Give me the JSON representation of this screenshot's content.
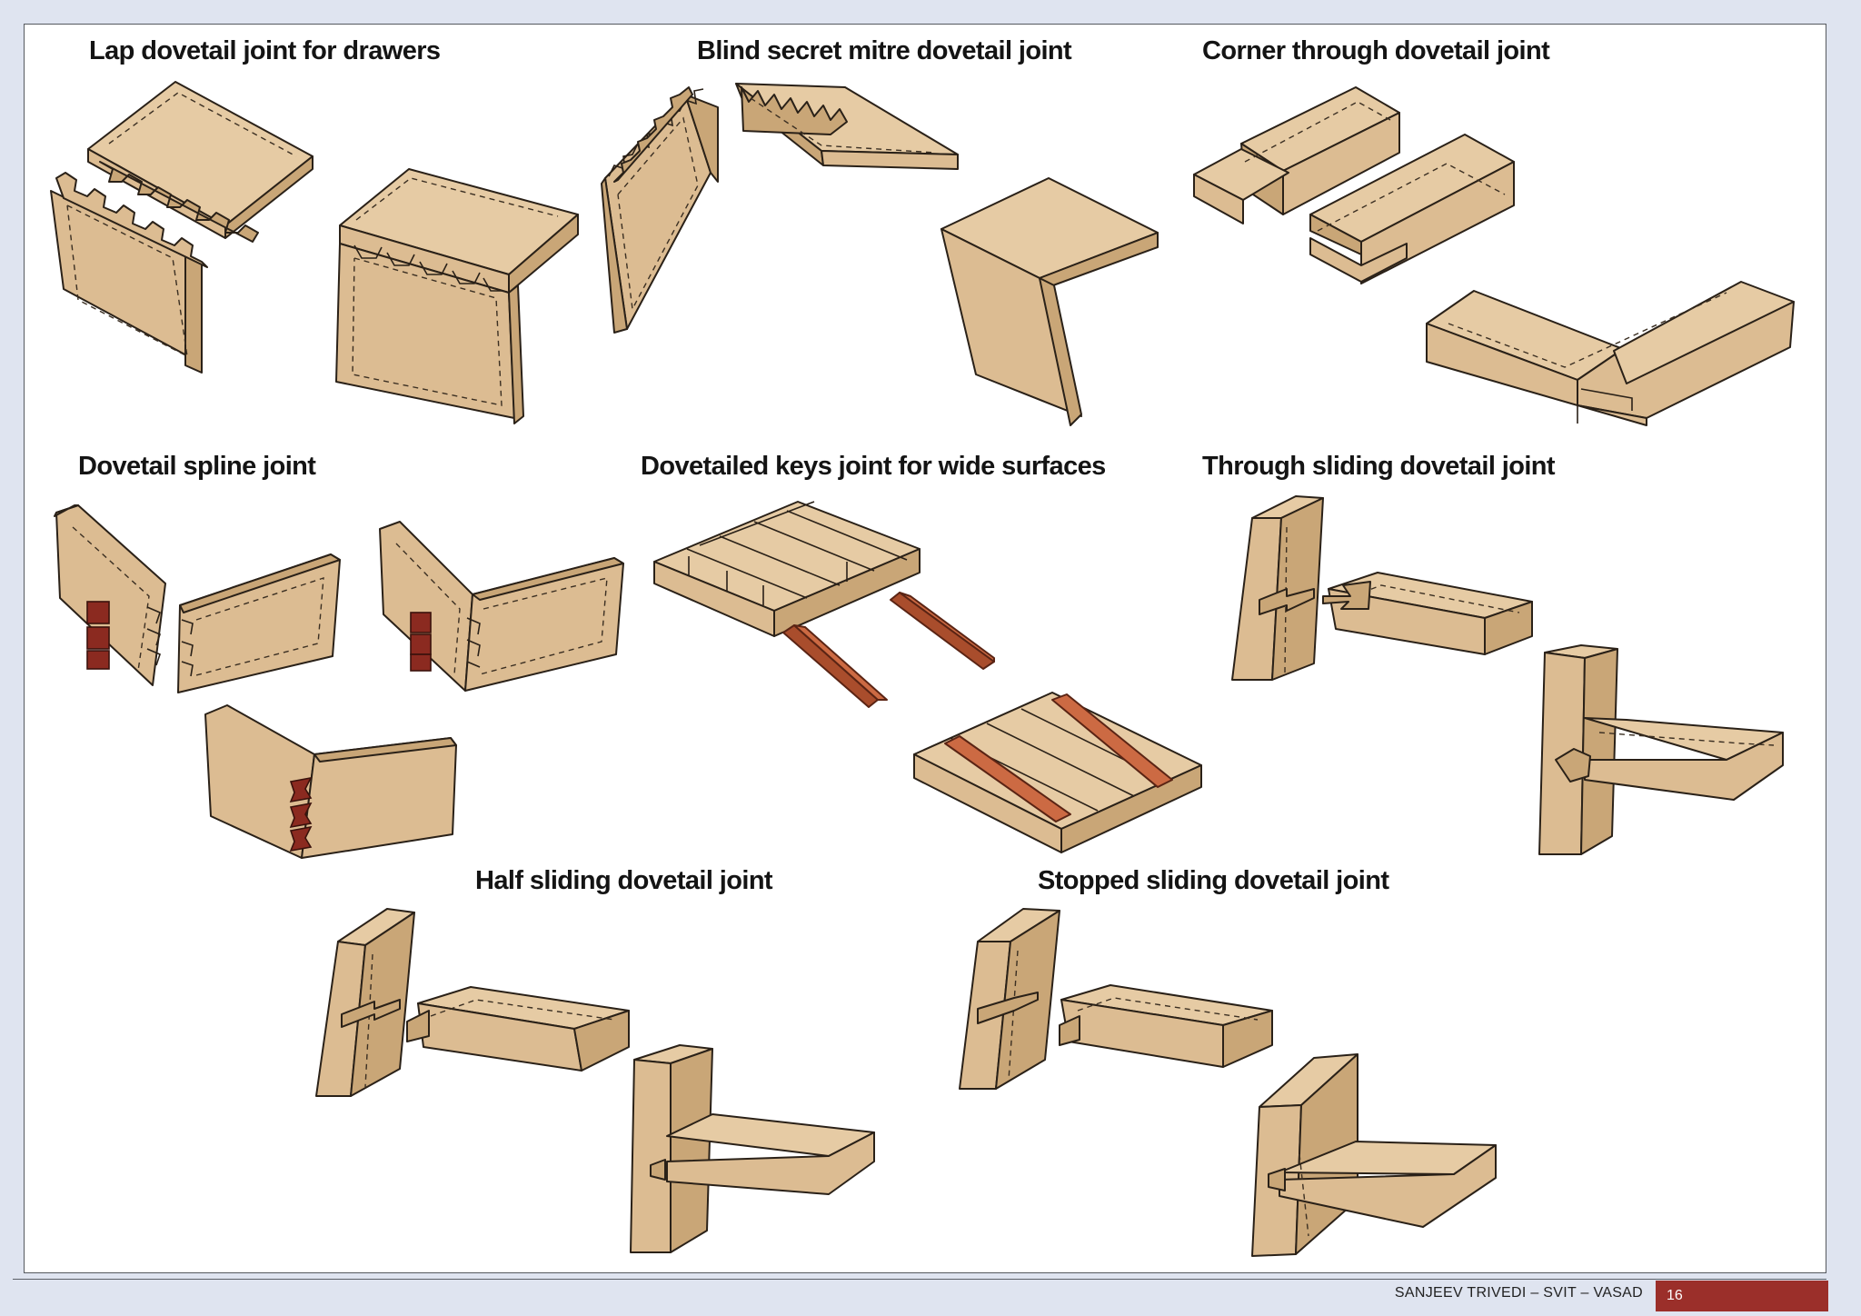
{
  "titles": {
    "lap": "Lap dovetail joint for drawers",
    "blind": "Blind  secret mitre dovetail joint",
    "corner": "Corner through dovetail joint",
    "spline": "Dovetail spline joint",
    "keys": "Dovetailed keys joint for wide surfaces",
    "through": "Through sliding dovetail joint",
    "half": "Half sliding dovetail joint",
    "stopped": "Stopped sliding dovetail joint"
  },
  "footer": {
    "author": "SANJEEV TRIVEDI – SVIT – VASAD",
    "page_number": "16"
  },
  "colors": {
    "wood": "#d9b98f",
    "key": "#c8643f",
    "spline": "#8b2a20",
    "page_number_bg": "#9b2f2a"
  }
}
